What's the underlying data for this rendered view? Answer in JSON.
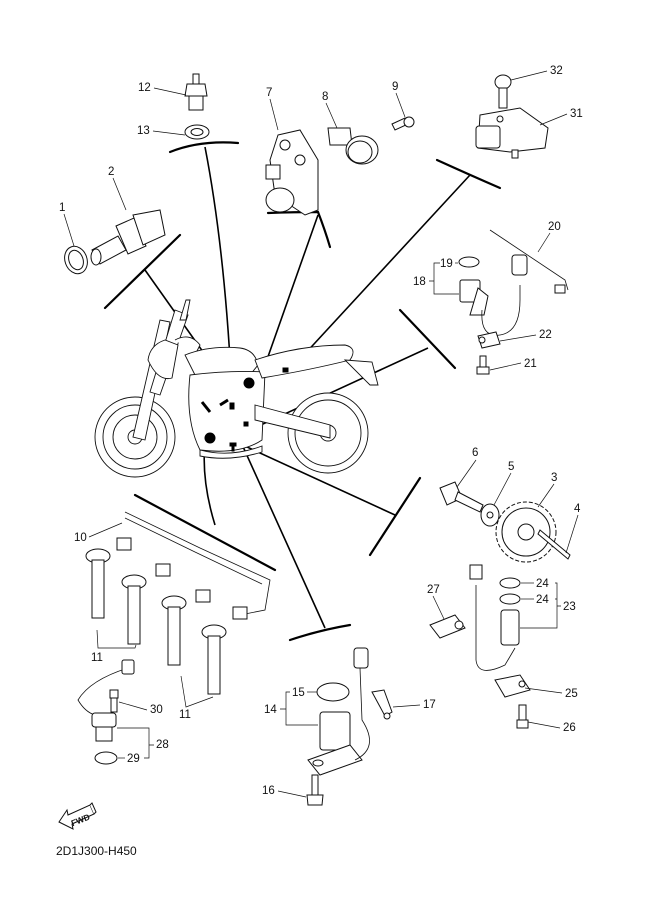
{
  "diagram": {
    "drawing_code": "2D1J300-H450",
    "fwd_arrow": "FWD",
    "callouts": [
      {
        "id": "1",
        "part": "gasket"
      },
      {
        "id": "2",
        "part": "temperature-sensor"
      },
      {
        "id": "3",
        "part": "sprocket-gear"
      },
      {
        "id": "4",
        "part": "pin"
      },
      {
        "id": "5",
        "part": "washer"
      },
      {
        "id": "6",
        "part": "bolt"
      },
      {
        "id": "7",
        "part": "throttle-position-sensor-bracket"
      },
      {
        "id": "8",
        "part": "throttle-position-sensor"
      },
      {
        "id": "9",
        "part": "screw"
      },
      {
        "id": "10",
        "part": "wire-harness"
      },
      {
        "id": "11",
        "part": "ignition-coil"
      },
      {
        "id": "11",
        "part": "ignition-coil"
      },
      {
        "id": "12",
        "part": "oil-pressure-switch"
      },
      {
        "id": "13",
        "part": "gasket"
      },
      {
        "id": "14",
        "part": "neutral-switch-assy"
      },
      {
        "id": "15",
        "part": "o-ring"
      },
      {
        "id": "16",
        "part": "bolt"
      },
      {
        "id": "17",
        "part": "clamp"
      },
      {
        "id": "18",
        "part": "speed-sensor-assy"
      },
      {
        "id": "19",
        "part": "o-ring"
      },
      {
        "id": "20",
        "part": "band"
      },
      {
        "id": "21",
        "part": "bolt"
      },
      {
        "id": "22",
        "part": "clamp"
      },
      {
        "id": "23",
        "part": "crank-sensor-assy"
      },
      {
        "id": "24",
        "part": "o-ring"
      },
      {
        "id": "24",
        "part": "o-ring"
      },
      {
        "id": "25",
        "part": "plate"
      },
      {
        "id": "26",
        "part": "bolt"
      },
      {
        "id": "27",
        "part": "holder"
      },
      {
        "id": "28",
        "part": "sensor-assy"
      },
      {
        "id": "29",
        "part": "o-ring"
      },
      {
        "id": "30",
        "part": "bolt"
      },
      {
        "id": "31",
        "part": "pressure-sensor"
      },
      {
        "id": "32",
        "part": "screw"
      }
    ]
  }
}
